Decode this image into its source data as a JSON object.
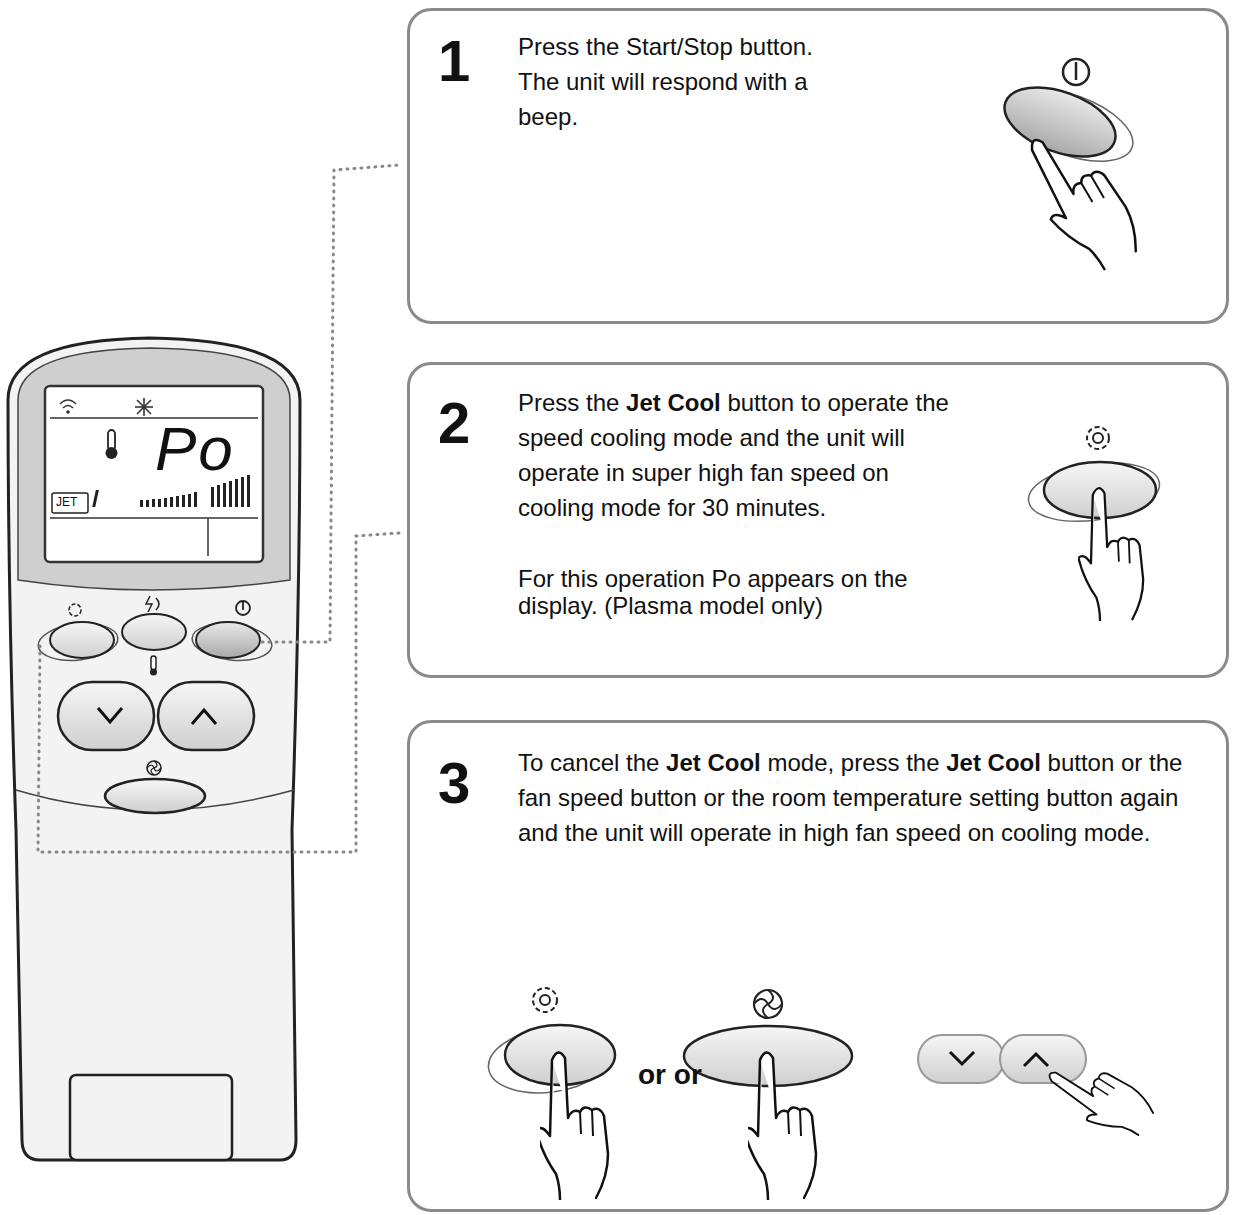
{
  "diagram": {
    "nodes": [
      {
        "text": [
          "1",
          "Press the Start/Stop button. The unit will respond with a beep."
        ]
      },
      {
        "text": [
          "2",
          "Press the Jet Cool button to operate the speed cooling mode and the unit will operate in super high fan speed on cooling mode for 30 minutes.",
          "For this operation Po appears on the display. (Plasma model only)"
        ]
      },
      {
        "text": [
          "3",
          "To cancel the Jet Cool mode, press the Jet Cool button or the fan speed button or the room temperature setting button again and the unit will operate in high fan speed on cooling mode.",
          "or or"
        ]
      }
    ],
    "labels": [
      "Po",
      "JET"
    ]
  }
}
